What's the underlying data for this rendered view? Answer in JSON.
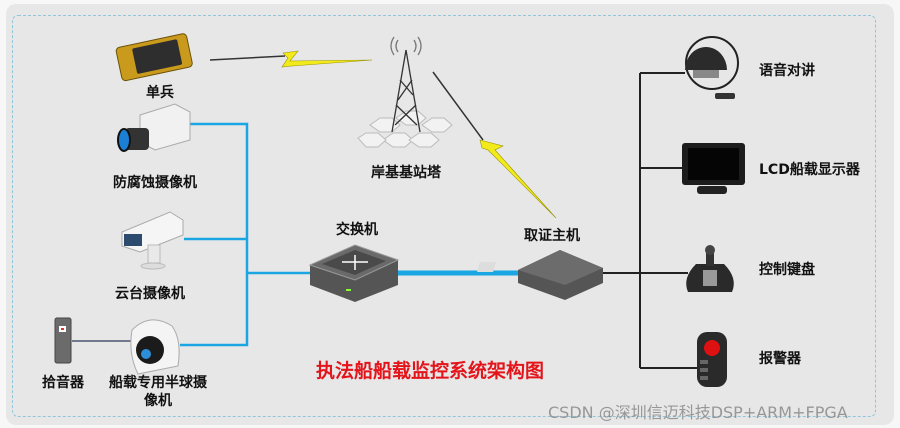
{
  "title": "执法船船载监控系统架构图",
  "watermark": "CSDN @深圳信迈科技DSP+ARM+FPGA",
  "nodes": {
    "soldier": "单兵",
    "anticorrosion_camera": "防腐蚀摄像机",
    "ptz_camera": "云台摄像机",
    "pickup": "拾音器",
    "dome_camera_line1": "船载专用半球摄",
    "dome_camera_line2": "像机",
    "tower": "岸基基站塔",
    "switch": "交换机",
    "host": "取证主机",
    "intercom": "语音对讲",
    "lcd": "LCD船载显示器",
    "keyboard": "控制键盘",
    "alarm": "报警器"
  },
  "colors": {
    "lan": "#1aa6e3",
    "bus": "#222222",
    "title": "#e4141b",
    "lightning": "#f2ea1a"
  }
}
